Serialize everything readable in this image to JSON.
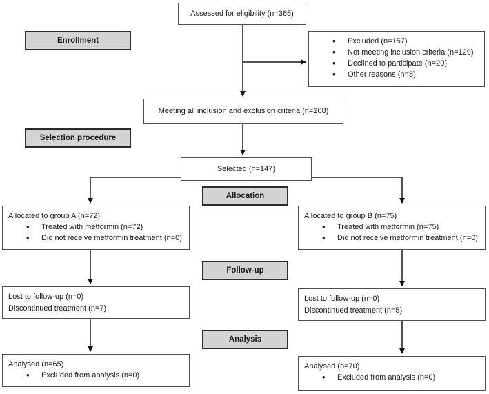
{
  "stages": {
    "enrollment": "Enrollment",
    "selection": "Selection procedure",
    "allocation": "Allocation",
    "followup": "Follow-up",
    "analysis": "Analysis"
  },
  "boxes": {
    "assessed": {
      "text": "Assessed for eligibility (n=365)"
    },
    "excluded": {
      "items": [
        "Excluded (n=157)",
        "Not meeting inclusion criteria (n=129)",
        "Declined to participate (n=20)",
        "Other reasons (n=8)"
      ]
    },
    "meeting": {
      "text": "Meeting all inclusion and exclusion criteria (n=208)"
    },
    "selected": {
      "text": "Selected (n=147)"
    },
    "group_a": {
      "title": "Allocated to group A (n=72)",
      "items": [
        "Treated with metformin (n=72)",
        "Did not receive metformin treatment (n=0)"
      ]
    },
    "group_b": {
      "title": "Allocated to group B (n=75)",
      "items": [
        "Treated with metformin (n=75)",
        "Did not receive metformin treatment (n=0)"
      ]
    },
    "followup_a": {
      "lines": [
        "Lost to follow-up (n=0)",
        "Discontinued treatment (n=7)"
      ]
    },
    "followup_b": {
      "lines": [
        "Lost to follow-up (n=0)",
        "Discontinued treatment (n=5)"
      ]
    },
    "analysed_a": {
      "title": "Analysed (n=65)",
      "items": [
        "Excluded from analysis (n=0)"
      ]
    },
    "analysed_b": {
      "title": "Analysed (n=70)",
      "items": [
        "Excluded from analysis (n=0)"
      ]
    }
  },
  "colors": {
    "background": "#ffffff",
    "box_fill": "#ffffff",
    "box_border": "#4d4d4d",
    "stage_fill": "#d4d4d4",
    "stage_border": "#2b2b2b",
    "arrow": "#1a1a1a",
    "text": "#1a1a1a"
  }
}
